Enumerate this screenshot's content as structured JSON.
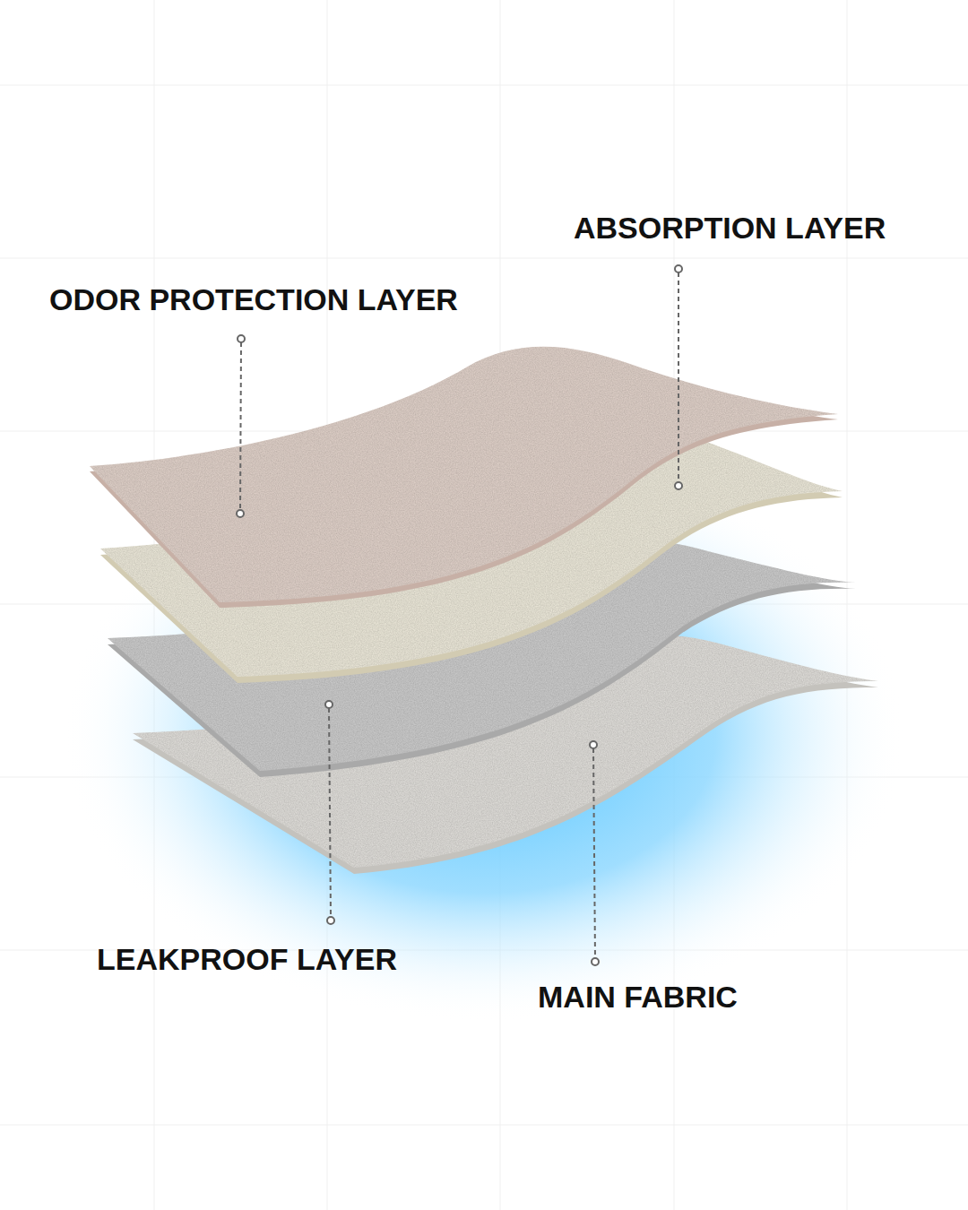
{
  "diagram": {
    "labels": [
      "ODOR PROTECTION LAYER",
      "ABSORPTION LAYER",
      "LEAKPROOF LAYER",
      "MAIN FABRIC"
    ]
  }
}
